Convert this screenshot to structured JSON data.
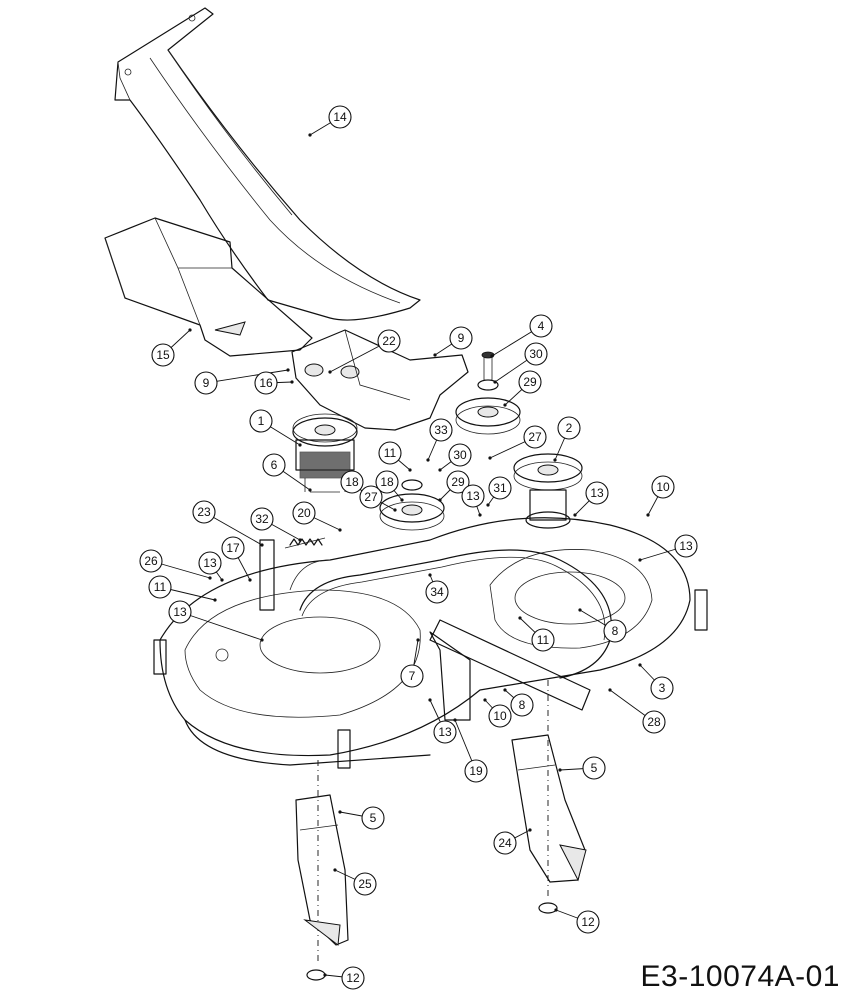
{
  "drawing_code": "E3-10074A-01",
  "callouts": [
    {
      "id": "c14a",
      "label": "14"
    },
    {
      "id": "c15",
      "label": "15"
    },
    {
      "id": "c9a",
      "label": "9"
    },
    {
      "id": "c9b",
      "label": "9"
    },
    {
      "id": "c22",
      "label": "22"
    },
    {
      "id": "c4",
      "label": "4"
    },
    {
      "id": "c30a",
      "label": "30"
    },
    {
      "id": "c29a",
      "label": "29"
    },
    {
      "id": "c16",
      "label": "16"
    },
    {
      "id": "c1",
      "label": "1"
    },
    {
      "id": "c33",
      "label": "33"
    },
    {
      "id": "c27a",
      "label": "27"
    },
    {
      "id": "c2",
      "label": "2"
    },
    {
      "id": "c6",
      "label": "6"
    },
    {
      "id": "c11a",
      "label": "11"
    },
    {
      "id": "c30b",
      "label": "30"
    },
    {
      "id": "c18a",
      "label": "18"
    },
    {
      "id": "c18b",
      "label": "18"
    },
    {
      "id": "c27b",
      "label": "27"
    },
    {
      "id": "c29b",
      "label": "29"
    },
    {
      "id": "c13a",
      "label": "13"
    },
    {
      "id": "c31",
      "label": "31"
    },
    {
      "id": "c13b",
      "label": "13"
    },
    {
      "id": "c10a",
      "label": "10"
    },
    {
      "id": "c23",
      "label": "23"
    },
    {
      "id": "c32",
      "label": "32"
    },
    {
      "id": "c20",
      "label": "20"
    },
    {
      "id": "c13c",
      "label": "13"
    },
    {
      "id": "c26",
      "label": "26"
    },
    {
      "id": "c13d",
      "label": "13"
    },
    {
      "id": "c17",
      "label": "17"
    },
    {
      "id": "c11b",
      "label": "11"
    },
    {
      "id": "c34",
      "label": "34"
    },
    {
      "id": "c13e",
      "label": "13"
    },
    {
      "id": "c8a",
      "label": "8"
    },
    {
      "id": "c11c",
      "label": "11"
    },
    {
      "id": "c7",
      "label": "7"
    },
    {
      "id": "c3",
      "label": "3"
    },
    {
      "id": "c10b",
      "label": "10"
    },
    {
      "id": "c8b",
      "label": "8"
    },
    {
      "id": "c28",
      "label": "28"
    },
    {
      "id": "c13f",
      "label": "13"
    },
    {
      "id": "c19",
      "label": "19"
    },
    {
      "id": "c5a",
      "label": "5"
    },
    {
      "id": "c5b",
      "label": "5"
    },
    {
      "id": "c24",
      "label": "24"
    },
    {
      "id": "c25",
      "label": "25"
    },
    {
      "id": "c12a",
      "label": "12"
    },
    {
      "id": "c12b",
      "label": "12"
    }
  ]
}
